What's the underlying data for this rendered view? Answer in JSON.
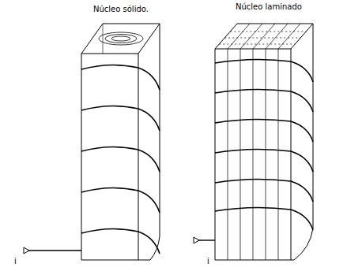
{
  "diagram": {
    "labels": [
      "Núcleo sólido.",
      "Núcleo laminado",
      "i",
      "i"
    ]
  }
}
